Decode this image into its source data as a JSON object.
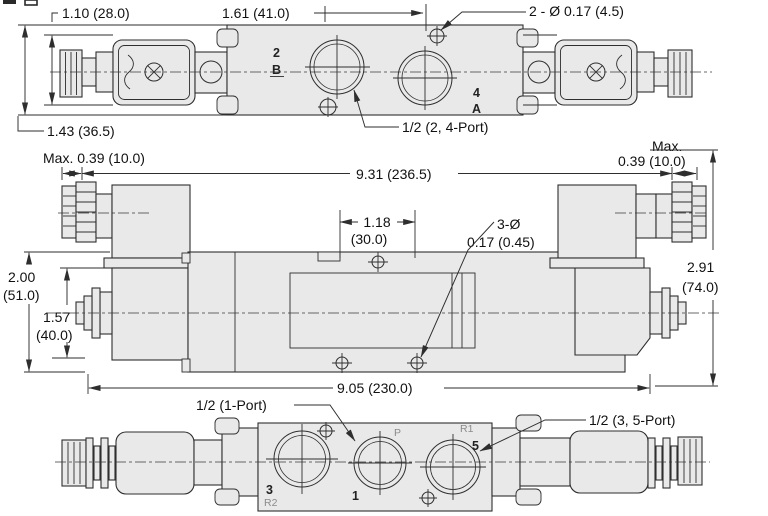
{
  "colors": {
    "body_fill": "#e9e9e9",
    "line": "#2e2e2e",
    "text": "#111111",
    "muted_label": "#8b8b8b"
  },
  "top_view": {
    "dim_width_small": "1.10 (28.0)",
    "dim_port_offset": "1.61 (41.0)",
    "holes_callout": "2 - Ø 0.17 (4.5)",
    "dim_width_full": "1.43 (36.5)",
    "port_callout": "1/2 (2, 4-Port)",
    "port_2": "2",
    "port_b": "B",
    "port_4": "4",
    "port_a": "A"
  },
  "front_view": {
    "max_left": "Max. 0.39 (10.0)",
    "dim_overall": "9.31 (236.5)",
    "max_right_l1": "Max.",
    "max_right_l2": "0.39 (10.0)",
    "spacing_l1": "1.18",
    "spacing_l2": "(30.0)",
    "holes_l1": "3-Ø",
    "holes_l2": "0.17 (0.45)",
    "height_outer_l1": "2.00",
    "height_outer_l2": "(51.0)",
    "height_inner_l1": "1.57",
    "height_inner_l2": "(40.0)",
    "height_overall_l1": "2.91",
    "height_overall_l2": "(74.0)",
    "dim_length": "9.05 (230.0)"
  },
  "bottom_view": {
    "port1_callout": "1/2 (1-Port)",
    "port35_callout": "1/2 (3, 5-Port)",
    "port_p": "P",
    "port_r1": "R1",
    "port_5": "5",
    "port_3": "3",
    "port_r2": "R2",
    "port_1": "1"
  }
}
